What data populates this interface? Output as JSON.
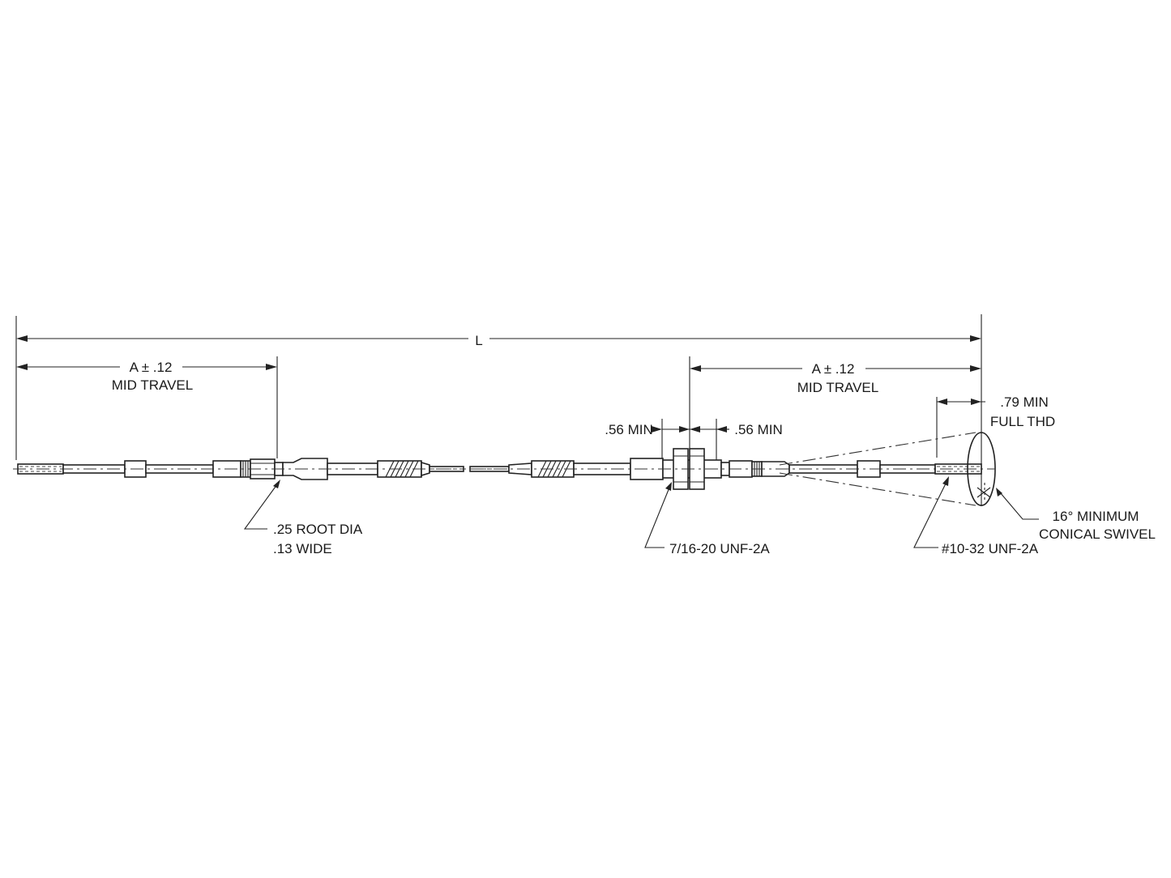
{
  "labels": {
    "overall_length": "L",
    "left_dim_tolerance": "A ± .12",
    "left_dim_note": "MID TRAVEL",
    "right_dim_tolerance": "A ± .12",
    "right_dim_note": "MID TRAVEL",
    "min_left": ".56 MIN",
    "min_right": ".56 MIN",
    "thread_engagement": ".79 MIN",
    "thread_engagement_note": "FULL THD",
    "root_dia": ".25 ROOT DIA",
    "root_width": ".13 WIDE",
    "bulkhead_thread": "7/16-20 UNF-2A",
    "rod_thread": "#10-32 UNF-2A",
    "swivel_angle": "16° MINIMUM",
    "swivel_note": "CONICAL SWIVEL"
  }
}
